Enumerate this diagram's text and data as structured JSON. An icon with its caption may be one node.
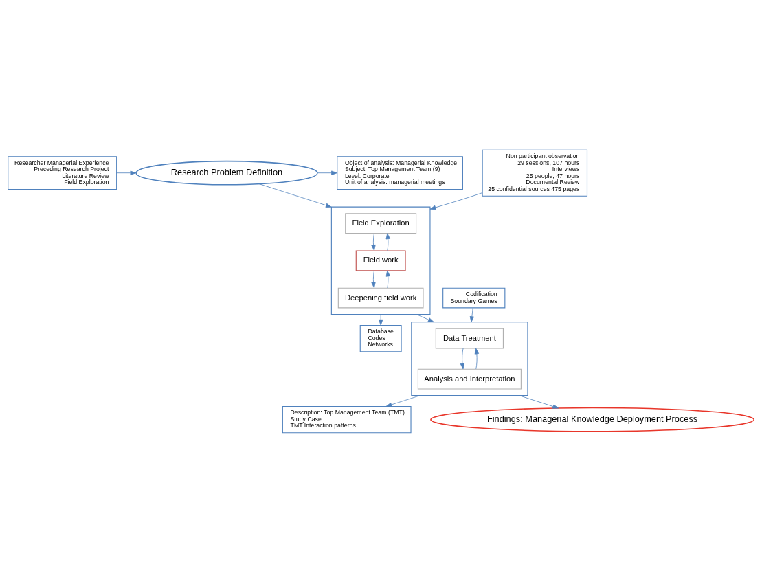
{
  "diagram": {
    "nodes": [
      {
        "text": [
          "Researcher Managerial Experience",
          "Preceding Research Project",
          "Literature Review",
          "Field Exploration"
        ]
      },
      {
        "text": [
          "Research Problem Definition"
        ]
      },
      {
        "text": [
          "Object of analysis: Managerial Knowledge",
          "Subject: Top Management Team (9)",
          "Level: Corporate",
          "Unit of analysis: managerial meetings"
        ]
      },
      {
        "text": [
          "Non participant observation",
          "29 sessions, 107 hours",
          "Interviews",
          "25 people, 47 hours",
          "Documental Review",
          "25 confidential sources 475 pages"
        ]
      },
      {
        "text": [],
        "shape": "box"
      },
      {
        "text": [
          "Field Exploration"
        ],
        "in": 4
      },
      {
        "text": [
          "Field work"
        ],
        "in": 4
      },
      {
        "text": [
          "Deepening field work"
        ],
        "in": 4
      },
      {
        "text": [
          "Database",
          "Codes",
          "Networks"
        ]
      },
      {
        "text": [
          "Codification",
          "Boundary Games"
        ]
      },
      {
        "text": [],
        "shape": "box"
      },
      {
        "text": [
          "Data Treatment"
        ],
        "in": 10
      },
      {
        "text": [
          "Analysis and Interpretation"
        ],
        "in": 10
      },
      {
        "text": [
          "Description: Top Management Team (TMT)",
          "Study Case",
          "TMT Interaction patterns"
        ]
      },
      {
        "text": [
          "Findings: Managerial Knowledge Deployment Process"
        ]
      }
    ],
    "edges": [
      {
        "from": 0,
        "to": 1,
        "arrow": "to"
      },
      {
        "from": 1,
        "to": 2,
        "arrow": "to"
      },
      {
        "from": 1,
        "to": 4,
        "arrow": "to"
      },
      {
        "from": 3,
        "to": 4,
        "arrow": "to"
      },
      {
        "from": 4,
        "to": 8,
        "arrow": "to"
      },
      {
        "from": 5,
        "to": 6,
        "arrow": "to"
      },
      {
        "from": 6,
        "to": 5,
        "arrow": "to"
      },
      {
        "from": 6,
        "to": 7,
        "arrow": "to"
      },
      {
        "from": 7,
        "to": 6,
        "arrow": "to"
      },
      {
        "from": 4,
        "to": 10,
        "arrow": "to"
      },
      {
        "from": 9,
        "to": 10,
        "arrow": "to"
      },
      {
        "from": 10,
        "to": 13,
        "arrow": "to"
      },
      {
        "from": 11,
        "to": 12,
        "arrow": "to"
      },
      {
        "from": 12,
        "to": 11,
        "arrow": "to"
      },
      {
        "from": 10,
        "to": 14,
        "arrow": "to"
      }
    ]
  }
}
